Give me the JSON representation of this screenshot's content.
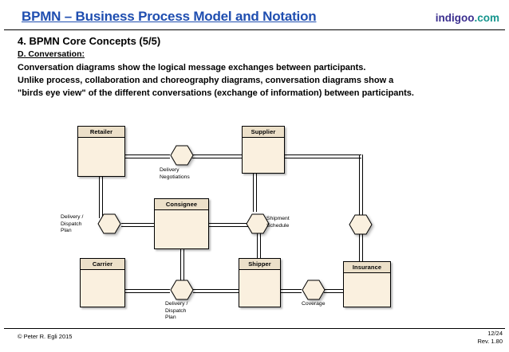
{
  "header": {
    "title": "BPMN – Business Process Model and Notation",
    "logo_main": "indigoo",
    "logo_tld": ".com",
    "title_color": "#1f4eb0",
    "logo_main_color": "#3b2f8f",
    "logo_tld_color": "#17968e"
  },
  "content": {
    "heading": "4. BPMN Core Concepts (5/5)",
    "subheading": "D. Conversation:",
    "paragraph_1": "Conversation diagrams show the logical message exchanges between participants.",
    "paragraph_2": "Unlike process, collaboration and choreography diagrams, conversation diagrams show a",
    "paragraph_3": "\"birds eye view\" of the different conversations (exchange of information) between participants."
  },
  "diagram": {
    "type": "bpmn-conversation-diagram",
    "participant_fill": "#faf0df",
    "participant_band_fill": "#ece0c9",
    "stroke": "#000000",
    "participants": [
      {
        "id": "retailer",
        "label": "Retailer"
      },
      {
        "id": "supplier",
        "label": "Supplier"
      },
      {
        "id": "consignee",
        "label": "Consignee"
      },
      {
        "id": "carrier",
        "label": "Carrier"
      },
      {
        "id": "shipper",
        "label": "Shipper"
      },
      {
        "id": "insurance",
        "label": "Insurance"
      }
    ],
    "conversations": [
      {
        "id": "delivery-negotiations",
        "label": "Delivery\nNegotiations"
      },
      {
        "id": "delivery-dispatch-plan-left",
        "label": "Delivery /\nDispatch\nPlan"
      },
      {
        "id": "shipment-schedule",
        "label": "Shipment\nSchedule"
      },
      {
        "id": "delivery-dispatch-plan-bottom",
        "label": "Delivery /\nDispatch\nPlan"
      },
      {
        "id": "coverage",
        "label": "Coverage"
      },
      {
        "id": "unlabeled-right",
        "label": ""
      }
    ]
  },
  "footer": {
    "copyright": "© Peter R. Egli 2015",
    "page_info": "12/24\nRev. 1.80"
  }
}
